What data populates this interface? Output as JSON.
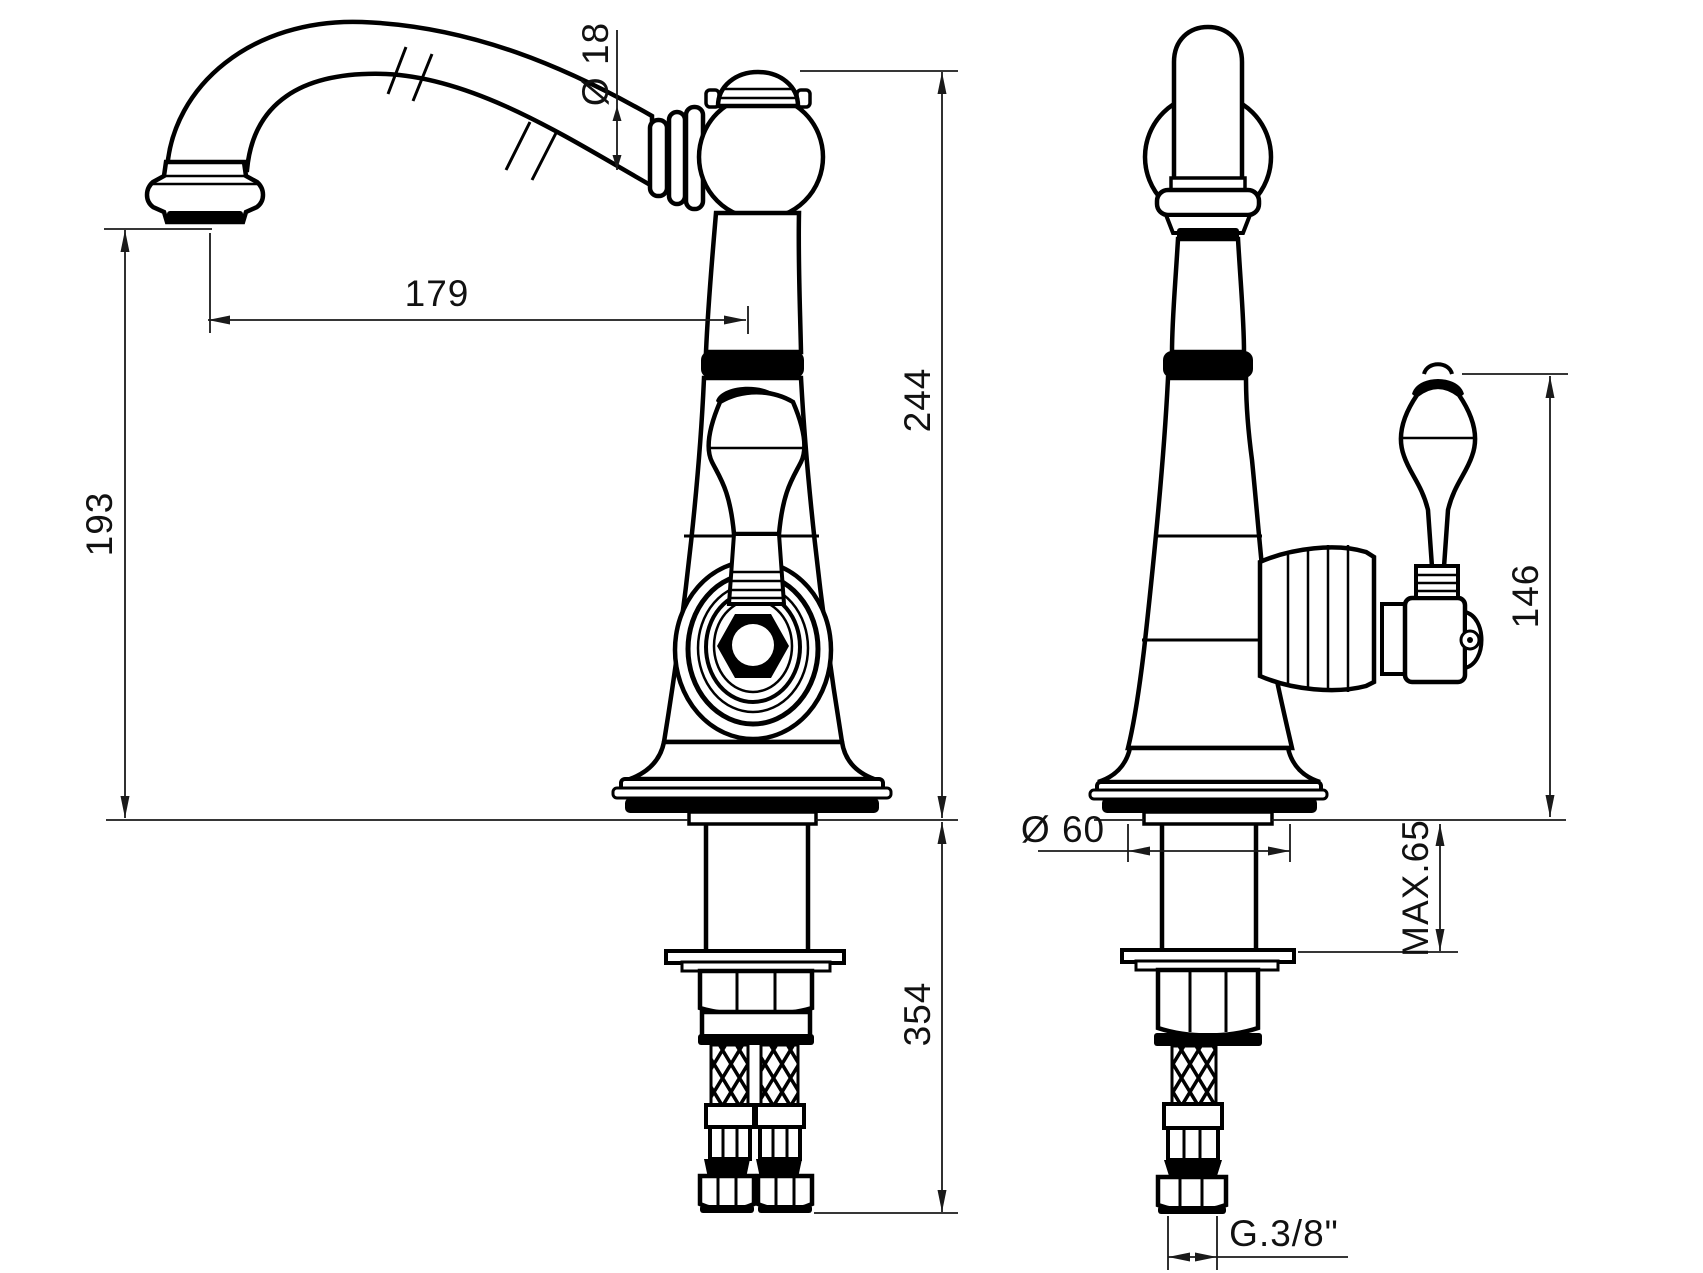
{
  "page": {
    "background": "#ffffff",
    "kind": "faucet dimension drawing"
  },
  "drawing": {
    "stroke_color": "#000000",
    "dim_color": "#1a1a1a",
    "views": [
      {
        "name": "front-view"
      },
      {
        "name": "side-view"
      }
    ],
    "dims": {
      "spout_tube_diameter": "Ø 18",
      "spout_reach": "179",
      "spout_outlet_height": "193",
      "total_height": "244",
      "below_deck_length": "354",
      "base_diameter": "Ø 60",
      "max_mounting_thickness": "MAX.65",
      "handle_height": "146",
      "supply_connection": "G.3/8\""
    }
  }
}
